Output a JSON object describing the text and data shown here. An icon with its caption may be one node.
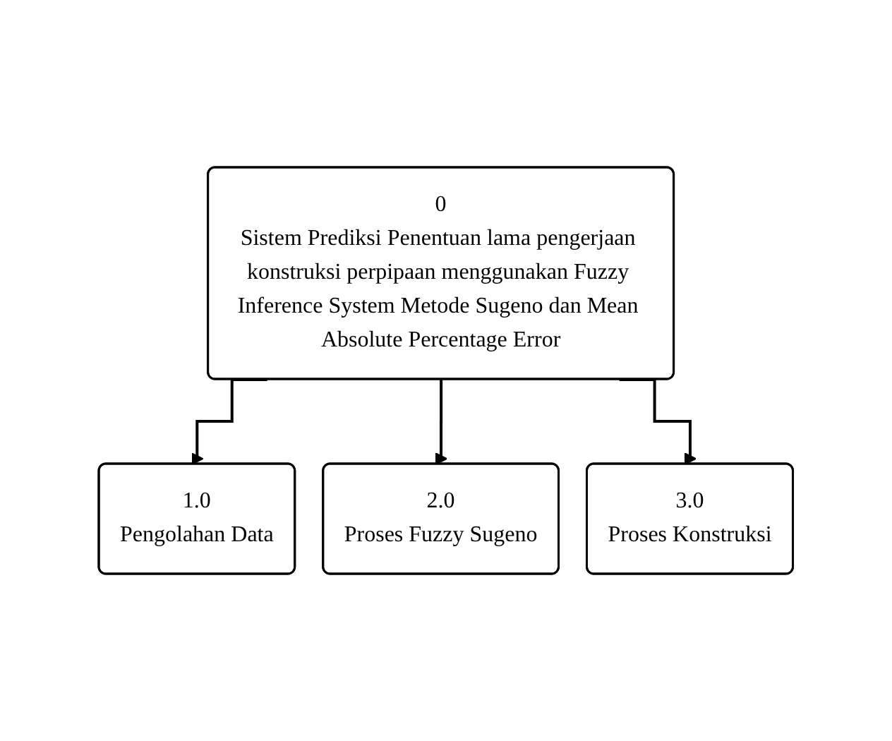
{
  "diagram": {
    "nodes": [
      {
        "text": [
          "0",
          "Sistem Prediksi Penentuan lama pengerjaan konstruksi perpipaan menggunakan Fuzzy Inference System Metode Sugeno dan Mean Absolute Percentage Error"
        ]
      },
      {
        "text": [
          "1.0",
          "Pengolahan Data"
        ]
      },
      {
        "text": [
          "2.0",
          "Proses Fuzzy Sugeno"
        ]
      },
      {
        "text": [
          "3.0",
          "Proses Konstruksi"
        ]
      }
    ],
    "edges": [
      {
        "from": 0,
        "to": 1,
        "arrow": "to"
      },
      {
        "from": 0,
        "to": 2,
        "arrow": "to"
      },
      {
        "from": 0,
        "to": 3,
        "arrow": "to"
      }
    ]
  }
}
